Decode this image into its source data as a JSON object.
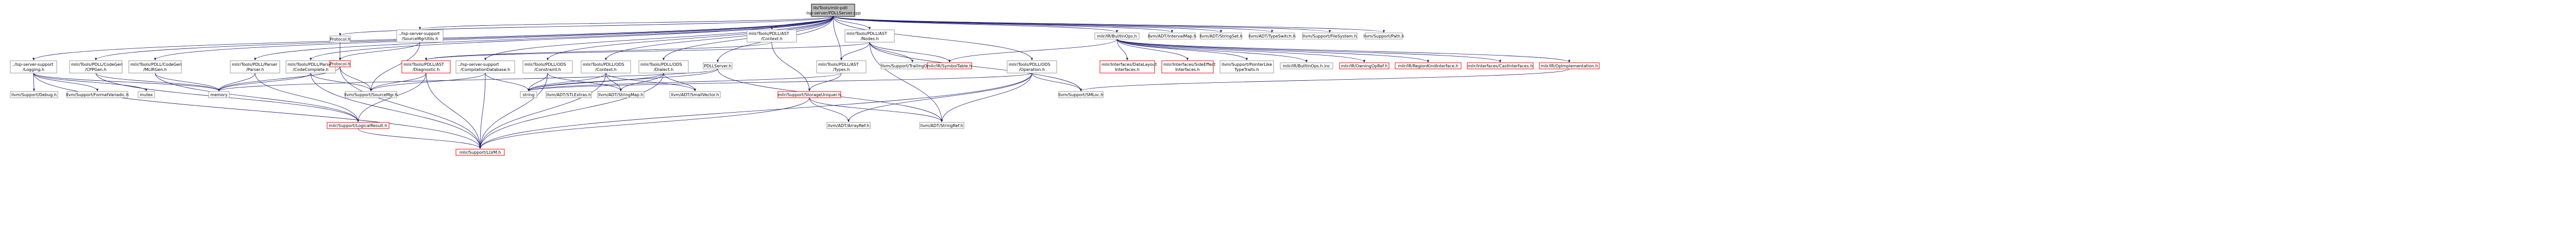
{
  "graph": {
    "title": "lib/Tools/mlir-pdll-lsp-server/PDLLServer.cpp",
    "nodes": {
      "root": {
        "lines": [
          "lib/Tools/mlir-pdll",
          "-lsp-server/PDLLServer.cpp"
        ],
        "linked": false
      },
      "lsp_logging": {
        "lines": [
          "../lsp-server-support",
          "/Logging.h"
        ],
        "linked": true
      },
      "llvm_debug": {
        "lines": [
          "llvm/Support/Debug.h"
        ],
        "linked": true
      },
      "llvm_formatvariadic": {
        "lines": [
          "llvm/Support/FormatVariadic.h"
        ],
        "linked": true
      },
      "mutex": {
        "lines": [
          "mutex"
        ],
        "linked": true
      },
      "codegen_cpp": {
        "lines": [
          "mlir/Tools/PDLL/CodeGen",
          "/CPPGen.h"
        ],
        "linked": true
      },
      "codegen_mlir": {
        "lines": [
          "mlir/Tools/PDLL/CodeGen",
          "/MLIRGen.h"
        ],
        "linked": true
      },
      "memory": {
        "lines": [
          "memory"
        ],
        "linked": true
      },
      "parser_parser": {
        "lines": [
          "mlir/Tools/PDLL/Parser",
          "/Parser.h"
        ],
        "linked": true
      },
      "parser_complete": {
        "lines": [
          "mlir/Tools/PDLL/Parser",
          "/CodeComplete.h"
        ],
        "linked": true
      },
      "protocol_a": {
        "lines": [
          "Protocol.h"
        ],
        "linked": true
      },
      "protocol_b": {
        "lines": [
          "Protocol.h"
        ],
        "linked": false
      },
      "lsp_sourcemgr": {
        "lines": [
          "../lsp-server-support",
          "/SourceMgrUtils.h"
        ],
        "linked": true
      },
      "llvm_sourcemgr": {
        "lines": [
          "llvm/Support/SourceMgr.h"
        ],
        "linked": true
      },
      "ast_diagnostic": {
        "lines": [
          "mlir/Tools/PDLL/AST",
          "/Diagnostic.h"
        ],
        "linked": false
      },
      "lsp_compdb": {
        "lines": [
          "../lsp-server-support",
          "/CompilationDatabase.h"
        ],
        "linked": true
      },
      "ods_constraint": {
        "lines": [
          "mlir/Tools/PDLL/ODS",
          "/Constraint.h"
        ],
        "linked": true
      },
      "ods_context": {
        "lines": [
          "mlir/Tools/PDLL/ODS",
          "/Context.h"
        ],
        "linked": true
      },
      "ods_dialect": {
        "lines": [
          "mlir/Tools/PDLL/ODS",
          "/Dialect.h"
        ],
        "linked": true
      },
      "pdllserver_h": {
        "lines": [
          "PDLLServer.h"
        ],
        "linked": true
      },
      "ast_context": {
        "lines": [
          "mlir/Tools/PDLL/AST",
          "/Context.h"
        ],
        "linked": true
      },
      "ast_nodes": {
        "lines": [
          "mlir/Tools/PDLL/AST",
          "/Nodes.h"
        ],
        "linked": true
      },
      "ast_types": {
        "lines": [
          "mlir/Tools/PDLL/AST",
          "/Types.h"
        ],
        "linked": true
      },
      "llvm_trailing": {
        "lines": [
          "llvm/Support/TrailingObjects.h"
        ],
        "linked": true
      },
      "ir_symboltable": {
        "lines": [
          "mlir/IR/SymbolTable.h"
        ],
        "linked": false
      },
      "ods_operation": {
        "lines": [
          "mlir/Tools/PDLL/ODS",
          "/Operation.h"
        ],
        "linked": true
      },
      "ir_builtinops": {
        "lines": [
          "mlir/IR/BuiltinOps.h"
        ],
        "linked": true
      },
      "storage_uniquer": {
        "lines": [
          "mlir/Support/StorageUniquer.h"
        ],
        "linked": false
      },
      "string": {
        "lines": [
          "string"
        ],
        "linked": true
      },
      "adt_stlextras": {
        "lines": [
          "llvm/ADT/STLExtras.h"
        ],
        "linked": true
      },
      "adt_stringmap": {
        "lines": [
          "llvm/ADT/StringMap.h"
        ],
        "linked": true
      },
      "adt_smallvector": {
        "lines": [
          "llvm/ADT/SmallVector.h"
        ],
        "linked": true
      },
      "llvm_smloc": {
        "lines": [
          "llvm/Support/SMLoc.h"
        ],
        "linked": true
      },
      "adt_arrayref": {
        "lines": [
          "llvm/ADT/ArrayRef.h"
        ],
        "linked": true
      },
      "adt_stringref": {
        "lines": [
          "llvm/ADT/StringRef.h"
        ],
        "linked": true
      },
      "logical_result": {
        "lines": [
          "mlir/Support/LogicalResult.h"
        ],
        "linked": false
      },
      "support_llvm": {
        "lines": [
          "mlir/Support/LLVM.h"
        ],
        "linked": false
      },
      "if_datalayout": {
        "lines": [
          "mlir/Interfaces/DataLayout",
          "Interfaces.h"
        ],
        "linked": false
      },
      "if_sideeffect": {
        "lines": [
          "mlir/Interfaces/SideEffect",
          "Interfaces.h"
        ],
        "linked": false
      },
      "llvm_pointerlike": {
        "lines": [
          "llvm/Support/PointerLike",
          "TypeTraits.h"
        ],
        "linked": true
      },
      "ir_builtinops_inc": {
        "lines": [
          "mlir/IR/BuiltinOps.h.inc"
        ],
        "linked": true
      },
      "ir_owningophref": {
        "lines": [
          "mlir/IR/OwningOpRef.h"
        ],
        "linked": false
      },
      "ir_regionkind": {
        "lines": [
          "mlir/IR/RegionKindInterface.h"
        ],
        "linked": false
      },
      "if_castinterfaces": {
        "lines": [
          "mlir/Interfaces/CastInterfaces.h"
        ],
        "linked": false
      },
      "ir_opimpl": {
        "lines": [
          "mlir/IR/OpImplementation.h"
        ],
        "linked": false
      },
      "adt_intervalmap": {
        "lines": [
          "llvm/ADT/IntervalMap.h"
        ],
        "linked": true
      },
      "adt_stringset": {
        "lines": [
          "llvm/ADT/StringSet.h"
        ],
        "linked": true
      },
      "adt_typeswitch": {
        "lines": [
          "llvm/ADT/TypeSwitch.h"
        ],
        "linked": true
      },
      "llvm_filesystem": {
        "lines": [
          "llvm/Support/FileSystem.h"
        ],
        "linked": true
      },
      "llvm_path": {
        "lines": [
          "llvm/Support/Path.h"
        ],
        "linked": true
      }
    }
  }
}
